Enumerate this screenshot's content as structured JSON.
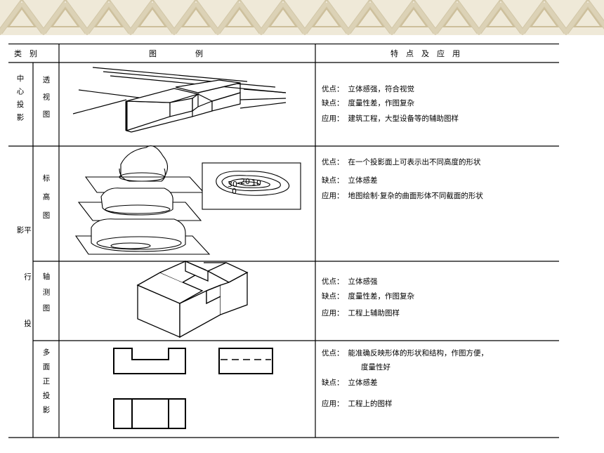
{
  "header": {
    "category": "类　别",
    "diagram": "图　　　　　例",
    "features": "特　点　及　应　用"
  },
  "rows": [
    {
      "group": "中心投影",
      "sub": "透视图",
      "advantage_label": "优点：",
      "advantage": "立体感强，符合视觉",
      "disadvantage_label": "缺点：",
      "disadvantage": "度量性差，作图复杂",
      "application_label": "应用：",
      "application": "建筑工程，大型设备等的辅助图样"
    },
    {
      "group": "平行投影",
      "sub": "标高图",
      "advantage_label": "优点：",
      "advantage": "在一个投影面上可表示出不同高度的形状",
      "disadvantage_label": "缺点：",
      "disadvantage": "立体感差",
      "application_label": "应用：",
      "application": "地图绘制·复杂的曲面形体不同截面的形状",
      "contour_labels": [
        "30",
        "20",
        "10",
        "0"
      ]
    },
    {
      "sub": "轴测图",
      "advantage_label": "优点：",
      "advantage": "立体感强",
      "disadvantage_label": "缺点：",
      "disadvantage": "度量性差，作图复杂",
      "application_label": "应用：",
      "application": "工程上辅助图样"
    },
    {
      "sub": "多面正投影",
      "advantage_label": "优点：",
      "advantage": "能准确反映形体的形状和结构，作图方便，",
      "advantage_cont": "度量性好",
      "disadvantage_label": "缺点：",
      "disadvantage": "立体感差",
      "application_label": "应用：",
      "application": "工程上的图样"
    }
  ],
  "colors": {
    "banner_bg": "#efe9d8",
    "banner_pattern": "#d9cfb3",
    "line": "#000000"
  }
}
